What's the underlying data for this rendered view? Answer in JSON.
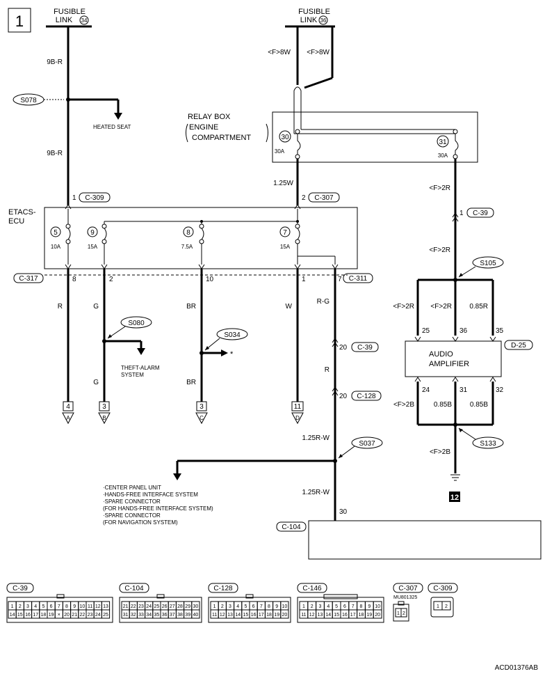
{
  "page_number": "1",
  "figure_id": "ACD01376AB",
  "sources": {
    "left": {
      "line1": "FUSIBLE",
      "line2": "LINK",
      "num": "34"
    },
    "right": {
      "line1": "FUSIBLE",
      "line2": "LINK",
      "num": "36"
    }
  },
  "wires": {
    "w_9br_top": "9B-R",
    "w_9br_mid": "9B-R",
    "w_f8w_a": "<F>8W",
    "w_f8w_b": "<F>8W",
    "w_125w": "1.25W",
    "w_f2r_top": "<F>2R",
    "w_f2r_mid": "<F>2R",
    "w_r": "R",
    "w_g1": "G",
    "w_g2": "G",
    "w_br1": "BR",
    "w_br2": "BR",
    "w_w": "W",
    "w_rg": "R-G",
    "w_r2": "R",
    "w_125rw_a": "1.25R-W",
    "w_125rw_b": "1.25R-W",
    "w_amp_a": "<F>2R",
    "w_amp_b": "<F>2R",
    "w_amp_c": "0.85R",
    "w_gnd_a": "<F>2B",
    "w_gnd_b": "0.85B",
    "w_gnd_c": "0.85B",
    "w_gnd_d": "<F>2B"
  },
  "splices": {
    "s078": "S078",
    "s080": "S080",
    "s034": "S034",
    "s037": "S037",
    "s105": "S105",
    "s133": "S133"
  },
  "connectors": {
    "c309": "C-309",
    "c307": "C-307",
    "c317": "C-317",
    "c311": "C-311",
    "c39": "C-39",
    "c39b": "C-39",
    "c128": "C-128",
    "c104": "C-104",
    "d25": "D-25"
  },
  "pins": {
    "p_c309": "1",
    "p_c307": "2",
    "p_8": "8",
    "p_2": "2",
    "p_10": "10",
    "p_1": "1",
    "p_7": "7",
    "p_c39a": "1",
    "p_20a": "20",
    "p_20b": "20",
    "p_30": "30",
    "p_25": "25",
    "p_36": "36",
    "p_35": "35",
    "p_24": "24",
    "p_31": "31",
    "p_32": "32"
  },
  "relay_box": {
    "line1": "RELAY BOX",
    "line2": "ENGINE",
    "line3": "COMPARTMENT",
    "fuse_a": "30",
    "fuse_a_amp": "30A",
    "fuse_b": "31",
    "fuse_b_amp": "30A"
  },
  "etacs": {
    "line1": "ETACS-",
    "line2": "ECU",
    "fuses": [
      {
        "num": "5",
        "amp": "10A"
      },
      {
        "num": "9",
        "amp": "15A"
      },
      {
        "num": "8",
        "amp": "7.5A"
      },
      {
        "num": "7",
        "amp": "15A"
      }
    ]
  },
  "loads": {
    "heated_seat": "HEATED SEAT",
    "theft_1": "THEFT-ALARM",
    "theft_2": "SYSTEM",
    "star": "*",
    "amp_1": "AUDIO",
    "amp_2": "AMPLIFIER",
    "list": [
      "·CENTER PANEL UNIT",
      "·HANDS-FREE INTERFACE SYSTEM",
      "·SPARE CONNECTOR",
      " (FOR HANDS-FREE INTERFACE SYSTEM)",
      "·SPARE CONNECTOR",
      " (FOR NAVIGATION SYSTEM)"
    ]
  },
  "offpage": [
    {
      "num": "4",
      "letter": "A"
    },
    {
      "num": "3",
      "letter": "B"
    },
    {
      "num": "3",
      "letter": "C"
    },
    {
      "num": "11",
      "letter": "D"
    }
  ],
  "ground_num": "12",
  "connector_views": [
    {
      "label": "C-39",
      "rows": [
        [
          "1",
          "2",
          "3",
          "4",
          "5",
          "6",
          "7",
          "8",
          "9",
          "10",
          "11",
          "12",
          "13"
        ],
        [
          "14",
          "15",
          "16",
          "17",
          "18",
          "19",
          "×",
          "20",
          "21",
          "22",
          "23",
          "24",
          "25"
        ]
      ]
    },
    {
      "label": "C-104",
      "rows": [
        [
          "21",
          "22",
          "23",
          "24",
          "25",
          "26",
          "27",
          "28",
          "29",
          "30"
        ],
        [
          "31",
          "32",
          "33",
          "34",
          "35",
          "36",
          "37",
          "38",
          "39",
          "40"
        ]
      ]
    },
    {
      "label": "C-128",
      "rows": [
        [
          "1",
          "2",
          "3",
          "4",
          "5",
          "6",
          "7",
          "8",
          "9",
          "10"
        ],
        [
          "11",
          "12",
          "13",
          "14",
          "15",
          "16",
          "17",
          "18",
          "19",
          "20"
        ]
      ]
    },
    {
      "label": "C-146",
      "rows": [
        [
          "1",
          "2",
          "3",
          "4",
          "5",
          "6",
          "7",
          "8",
          "9",
          "10"
        ],
        [
          "11",
          "12",
          "13",
          "14",
          "15",
          "16",
          "17",
          "18",
          "19",
          "20"
        ]
      ]
    },
    {
      "label": "C-307",
      "part": "MU801325",
      "rows": [
        [
          "1",
          "2"
        ]
      ]
    },
    {
      "label": "C-309",
      "rows": [
        [
          "1",
          "2"
        ]
      ]
    }
  ]
}
